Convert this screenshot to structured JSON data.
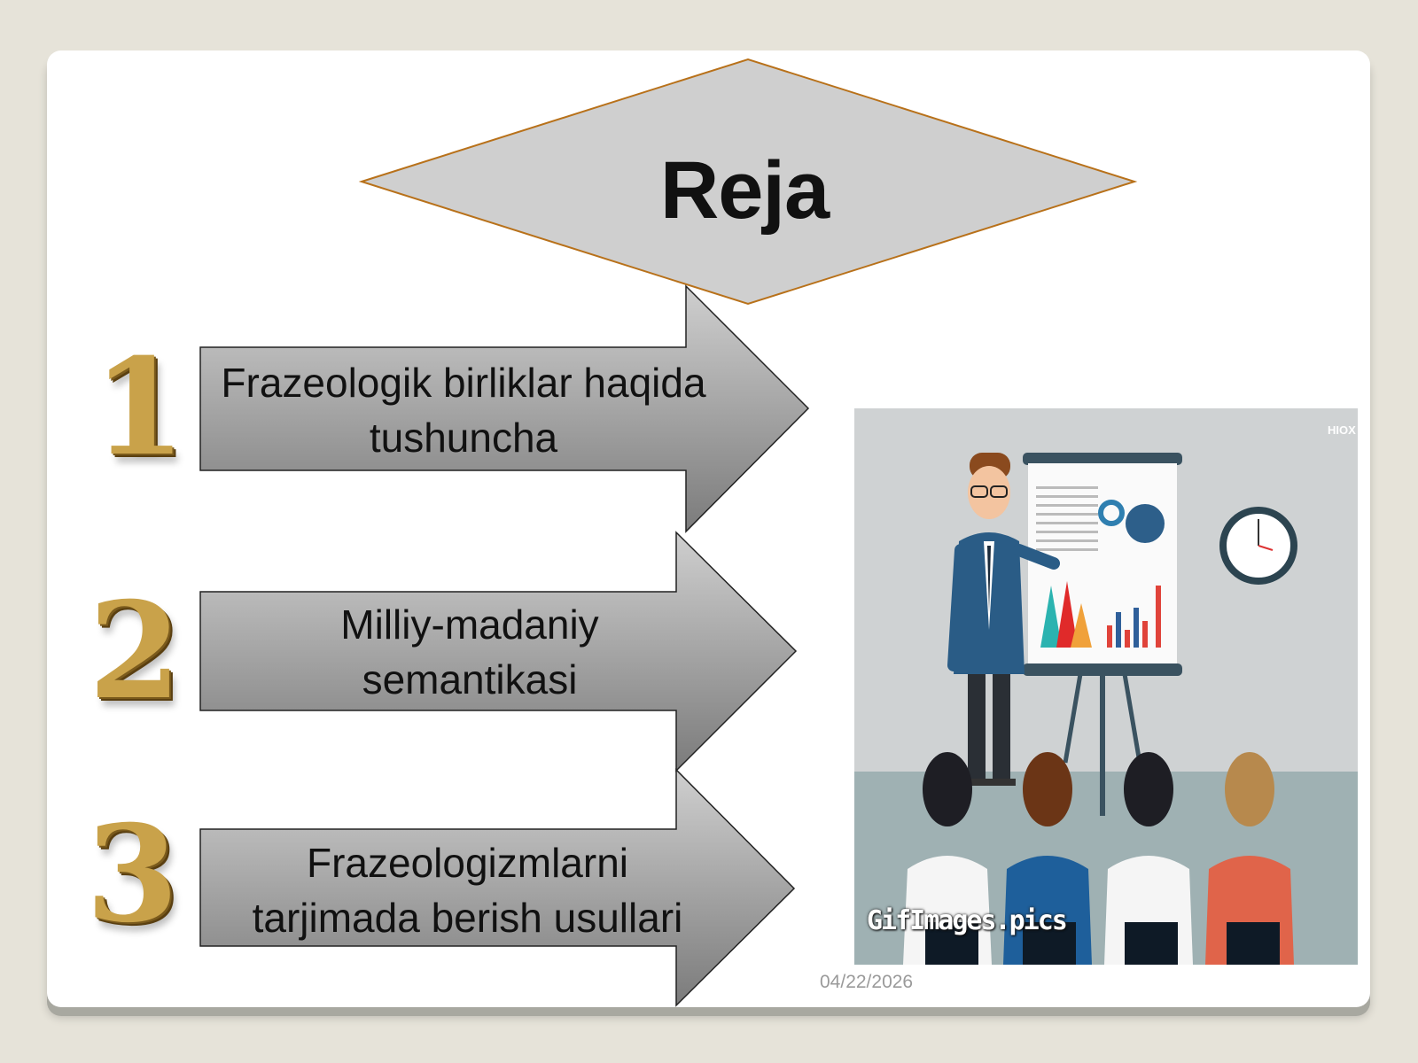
{
  "slide": {
    "title": "Reja",
    "date": "04/22/2026",
    "items": [
      {
        "number": "1",
        "text": "Frazeologik birliklar haqida tushuncha"
      },
      {
        "number": "2",
        "text": "Milliy-madaniy semantikasi"
      },
      {
        "number": "3",
        "text": "Frazeologizmlarni tarjimada berish usullari"
      }
    ]
  },
  "illustration": {
    "watermark": "HIOX",
    "logo": "GifImages.pics"
  },
  "colors": {
    "diamond_fill": "#cfcfcf",
    "diamond_stroke": "#b8711a",
    "arrow_top": "#c8c8c8",
    "arrow_bottom": "#7e7e7e",
    "gold": "#c9a24a"
  }
}
